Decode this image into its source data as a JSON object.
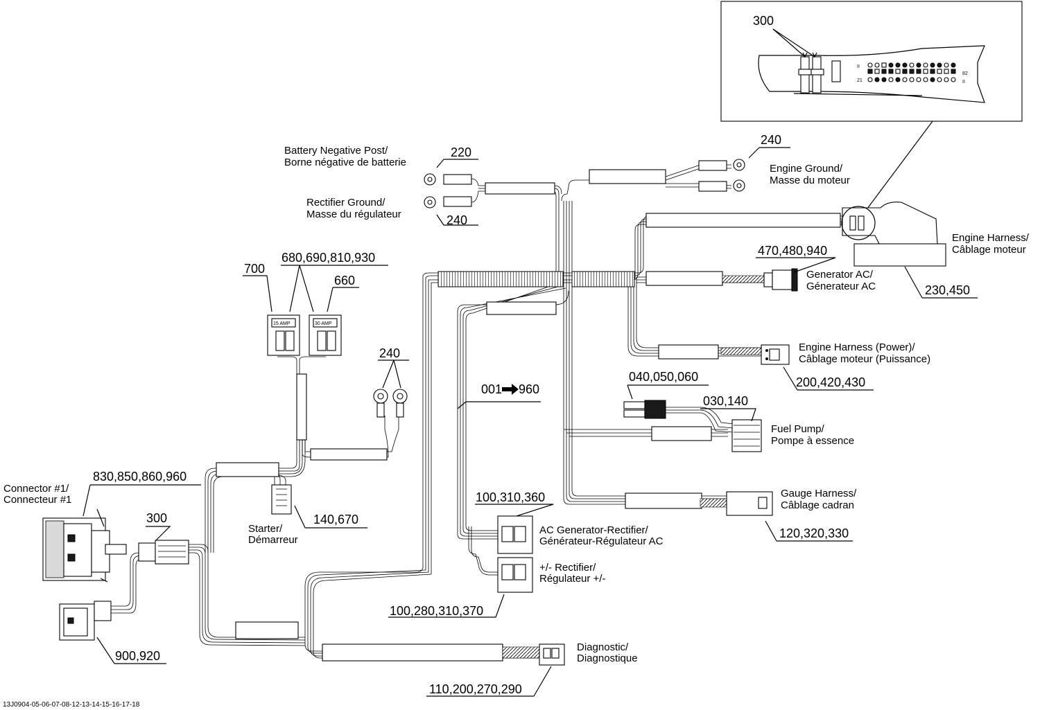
{
  "labels": {
    "battery_negative_line1": "Battery Negative Post/",
    "battery_negative_line2": "Borne négative de batterie",
    "rectifier_ground_line1": "Rectifier Ground/",
    "rectifier_ground_line2": "Masse du régulateur",
    "engine_ground_line1": "Engine Ground/",
    "engine_ground_line2": "Masse du moteur",
    "engine_harness_line1": "Engine Harness/",
    "engine_harness_line2": "Câblage moteur",
    "generator_ac_line1": "Generator AC/",
    "generator_ac_line2": "Génerateur AC",
    "engine_harness_power_line1": "Engine Harness (Power)/",
    "engine_harness_power_line2": "Câblage moteur (Puissance)",
    "fuel_pump_line1": "Fuel Pump/",
    "fuel_pump_line2": "Pompe à essence",
    "gauge_harness_line1": "Gauge Harness/",
    "gauge_harness_line2": "Câblage cadran",
    "ac_gen_rect_line1": "AC Generator-Rectifier/",
    "ac_gen_rect_line2": "Générateur-Régulateur AC",
    "rectifier_pm_line1": "+/- Rectifier/",
    "rectifier_pm_line2": "Régulateur +/-",
    "diagnostic_line1": "Diagnostic/",
    "diagnostic_line2": "Diagnostique",
    "connector1_line1": "Connector #1/",
    "connector1_line2": "Connecteur #1",
    "starter_line1": "Starter/",
    "starter_line2": "Démarreur",
    "fuse_15": "15 AMP",
    "fuse_30": "30 AMP"
  },
  "callouts": {
    "inset_300": "300",
    "battery_220": "220",
    "rect_ground_240": "240",
    "engine_ground_240": "240",
    "ring_240": "240",
    "fuse_700": "700",
    "fuse_680": "680,690,810,930",
    "fuse_660": "660",
    "gen_ac_470": "470,480,940",
    "engine_harness_230": "230,450",
    "power_200": "200,420,430",
    "fuel_040": "040,050,060",
    "fuel_030": "030,140",
    "wire_range_start": "001",
    "wire_range_end": "960",
    "gauge_120": "120,320,330",
    "ac_rect_100": "100,310,360",
    "pm_rect_100": "100,280,310,370",
    "diag_110": "110,200,270,290",
    "connector_830": "830,850,860,960",
    "connector_300": "300",
    "starter_140": "140,670",
    "connector2_900": "900,920"
  },
  "inset": {
    "row_left_1": "II",
    "row_left_2": "21",
    "row_right_1": "82",
    "row_right_2": "II"
  },
  "footer": {
    "drawing_id": "13J0904-05-06-07-08-12-13-14-15-16-17-18"
  }
}
